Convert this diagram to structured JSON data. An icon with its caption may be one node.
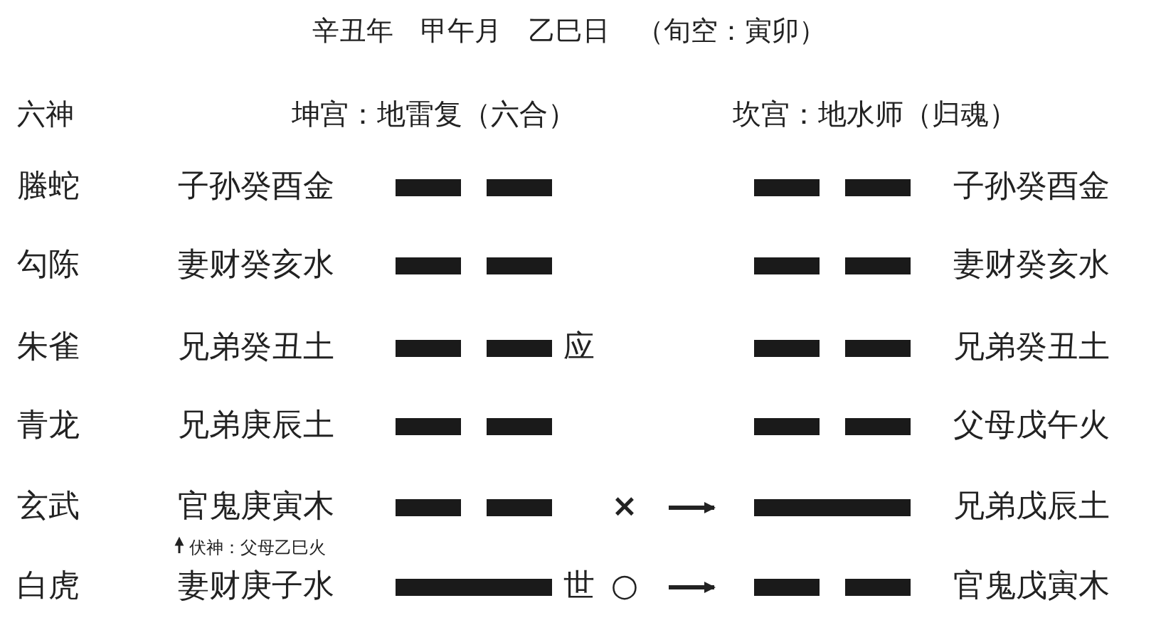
{
  "diagram": {
    "title": "辛丑年　甲午月　乙巳日　（旬空：寅卯）",
    "nodes": [
      {
        "text": [],
        "shape": "bar"
      },
      {
        "text": [],
        "shape": "bar"
      },
      {
        "text": [],
        "shape": "bar"
      },
      {
        "text": [],
        "shape": "bar"
      },
      {
        "text": [],
        "shape": "bar"
      },
      {
        "text": [],
        "shape": "bar"
      },
      {
        "text": [],
        "shape": "bar"
      },
      {
        "text": [],
        "shape": "bar"
      },
      {
        "text": [],
        "shape": "bar"
      },
      {
        "text": [],
        "shape": "bar"
      },
      {
        "text": [],
        "shape": "bar"
      },
      {
        "text": [],
        "shape": "bar"
      },
      {
        "text": [],
        "shape": "bar"
      },
      {
        "text": [],
        "shape": "bar"
      },
      {
        "text": [],
        "shape": "bar"
      },
      {
        "text": [],
        "shape": "bar"
      },
      {
        "text": [],
        "shape": "bar"
      },
      {
        "text": [],
        "shape": "bar"
      },
      {
        "text": [
          "×"
        ]
      },
      {
        "text": [],
        "shape": "bar"
      },
      {
        "text": [],
        "shape": "bar"
      },
      {
        "text": [
          "○"
        ]
      },
      {
        "text": [],
        "shape": "bar"
      },
      {
        "text": [],
        "shape": "bar"
      }
    ],
    "edges": [
      {
        "from": 18,
        "to": 19,
        "arrow": "to"
      },
      {
        "from": 21,
        "to": 22,
        "arrow": "to"
      }
    ],
    "labels": [
      "六神",
      "坤宫：地雷复（六合）",
      "坎宫：地水师（归魂）",
      "螣蛇",
      "子孙癸酉金",
      "子孙癸酉金",
      "勾陈",
      "妻财癸亥水",
      "妻财癸亥水",
      "朱雀",
      "兄弟癸丑土",
      "应",
      "兄弟癸丑土",
      "青龙",
      "兄弟庚辰土",
      "父母戊午火",
      "玄武",
      "官鬼庚寅木",
      "兄弟戊辰土",
      "伏神：父母乙巳火",
      "白虎",
      "妻财庚子水",
      "世",
      "官鬼戊寅木"
    ]
  }
}
